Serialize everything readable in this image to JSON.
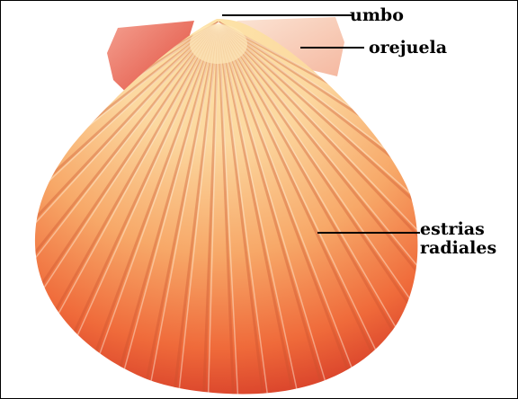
{
  "labels": {
    "umbo": "umbo",
    "orejuela": "orejuela",
    "estrias_line1": "estrias",
    "estrias_line2": "radiales"
  },
  "colors": {
    "umbo_highlight": "#fde3a8",
    "shell_light": "#fcd8a0",
    "shell_mid": "#f7a868",
    "shell_dark": "#ef6a3a",
    "shell_edge": "#d8402a",
    "ear_left": "#f06a5a",
    "ear_right": "#f8c8b0",
    "border": "#000000"
  }
}
